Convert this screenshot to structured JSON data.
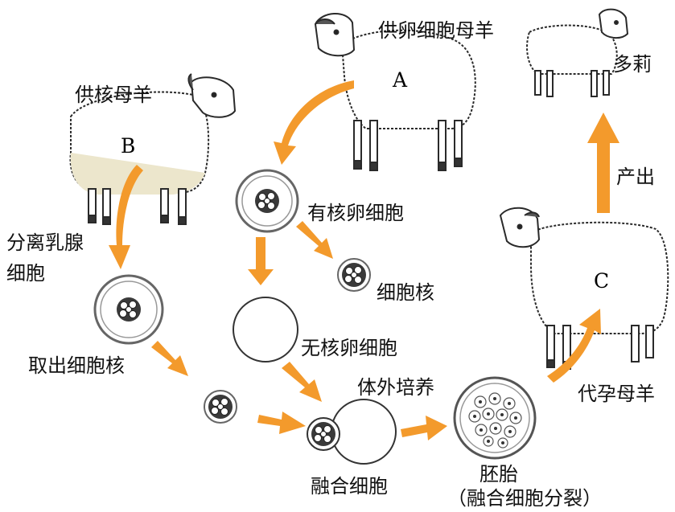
{
  "sheep": {
    "A": {
      "letter": "A",
      "caption": "供卵细胞母羊"
    },
    "B": {
      "letter": "B",
      "caption": "供核母羊"
    },
    "C": {
      "letter": "C",
      "caption": "代孕母羊"
    },
    "dolly": {
      "caption": "多莉"
    }
  },
  "steps": {
    "separate_line1": "分离乳腺",
    "separate_line2": "细胞",
    "extract_nucleus": "取出细胞核",
    "nucleated_egg": "有核卵细胞",
    "nucleus": "细胞核",
    "enucleated_egg": "无核卵细胞",
    "in_vitro": "体外培养",
    "fused_cell": "融合细胞",
    "embryo": "胚胎",
    "embryo_note": "（融合细胞分裂）",
    "birth": "产出"
  },
  "colors": {
    "arrow": "#f39a2c",
    "outline": "#2a2a2a",
    "wool_shade": "#e8e4cf"
  },
  "icons": {
    "sheep": "sheep-illustration",
    "cell": "cell-circle",
    "arrow": "orange-arrow"
  }
}
